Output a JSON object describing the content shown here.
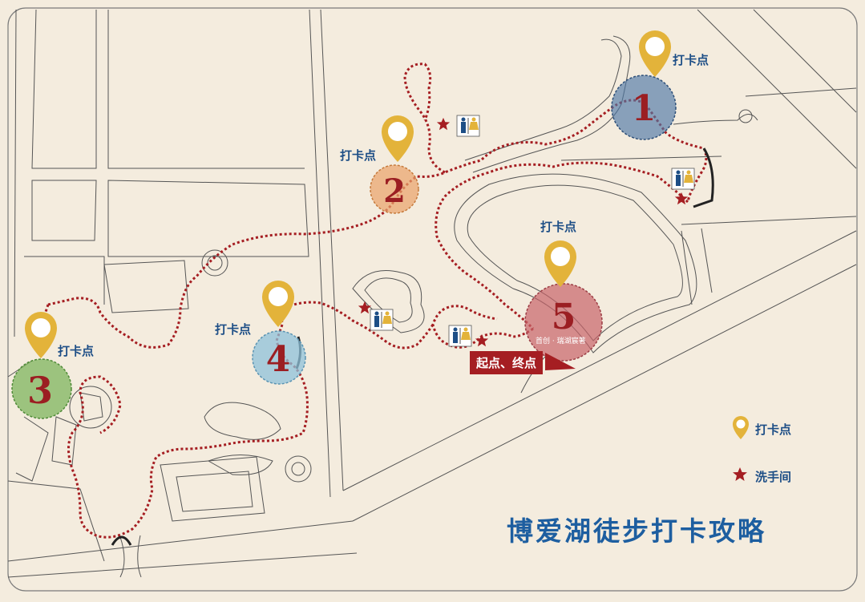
{
  "map": {
    "title": "博爱湖徒步打卡攻略",
    "checkpoint_label": "打卡点",
    "start_end_label": "起点、终点",
    "brand_text": "首创 · 瑞湖宸著",
    "legend": {
      "checkpoint": "打卡点",
      "restroom": "洗手间"
    },
    "checkpoints": [
      {
        "number": "1",
        "color": "#4f78a6"
      },
      {
        "number": "2",
        "color": "#e9a36a"
      },
      {
        "number": "3",
        "color": "#7fb55e"
      },
      {
        "number": "4",
        "color": "#8fc1d9"
      },
      {
        "number": "5",
        "color": "#c8646a"
      }
    ],
    "colors": {
      "background": "#f4ecde",
      "route": "#a51e22",
      "road_line": "#4a4a4a",
      "pin": "#e3b33a",
      "text": "#1d4e86"
    }
  }
}
